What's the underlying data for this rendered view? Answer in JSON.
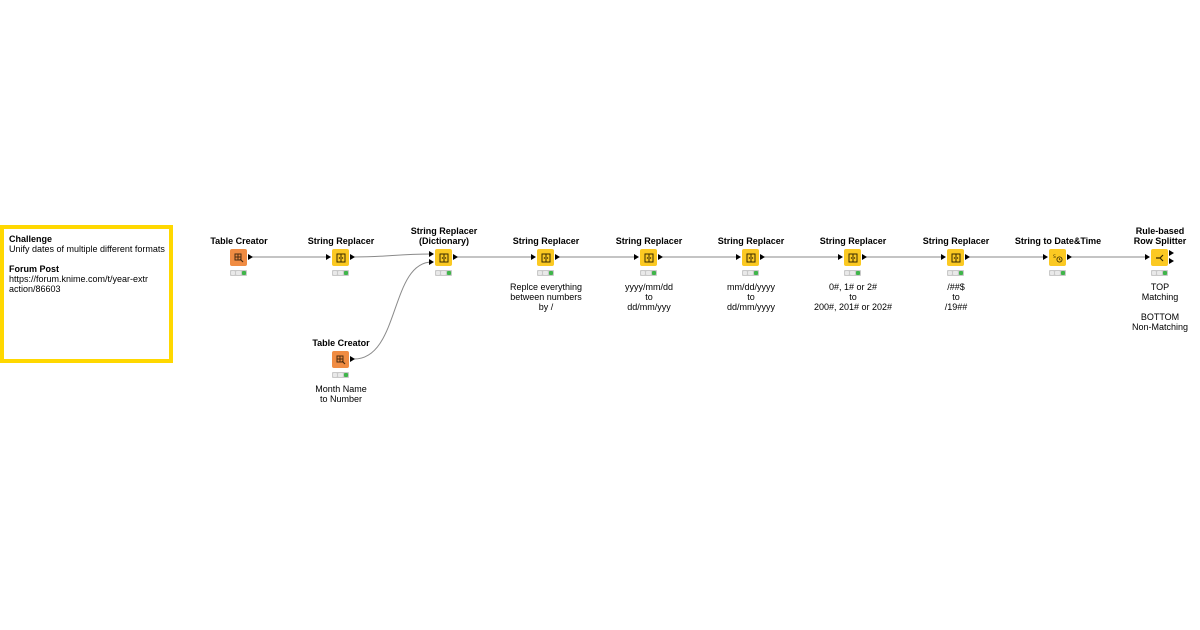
{
  "annotation": {
    "challenge_heading": "Challenge",
    "challenge_text": "Unify dates of multiple different formats",
    "forum_heading": "Forum Post",
    "forum_url": "https://forum.knime.com/t/year-extraction/86603",
    "border_color": "#ffd800"
  },
  "colors": {
    "source_node": "#f08c43",
    "manipulator_node": "#fbc922",
    "status_green": "#3fb54a",
    "connection": "#8a8a8a"
  },
  "nodes": [
    {
      "id": "table-creator-1",
      "title": "Table Creator",
      "icon": "table-creator-icon",
      "kind": "src",
      "desc": ""
    },
    {
      "id": "string-replacer-1",
      "title": "String Replacer",
      "icon": "string-replacer-icon",
      "kind": "mnp",
      "desc": ""
    },
    {
      "id": "string-replacer-dict",
      "title": "String Replacer\n(Dictionary)",
      "icon": "string-replacer-icon",
      "kind": "mnp",
      "desc": ""
    },
    {
      "id": "string-replacer-2",
      "title": "String Replacer",
      "icon": "string-replacer-icon",
      "kind": "mnp",
      "desc": "Replce everything\nbetween numbers\nby /"
    },
    {
      "id": "string-replacer-3",
      "title": "String Replacer",
      "icon": "string-replacer-icon",
      "kind": "mnp",
      "desc": "yyyy/mm/dd\nto\ndd/mm/yyy"
    },
    {
      "id": "string-replacer-4",
      "title": "String Replacer",
      "icon": "string-replacer-icon",
      "kind": "mnp",
      "desc": "mm/dd/yyyy\nto\ndd/mm/yyyy"
    },
    {
      "id": "string-replacer-5",
      "title": "String Replacer",
      "icon": "string-replacer-icon",
      "kind": "mnp",
      "desc": "0#, 1# or 2#\nto\n200#, 201# or 202#"
    },
    {
      "id": "string-replacer-6",
      "title": "String Replacer",
      "icon": "string-replacer-icon",
      "kind": "mnp",
      "desc": "/##$\nto\n/19##"
    },
    {
      "id": "string-to-datetime",
      "title": "String to Date&Time",
      "icon": "string-to-datetime-icon",
      "kind": "mnp",
      "desc": ""
    },
    {
      "id": "rule-based-row-splitter",
      "title": "Rule-based\nRow Splitter",
      "icon": "row-splitter-icon",
      "kind": "mnp",
      "desc": "TOP\nMatching\n\nBOTTOM\nNon-Matching"
    },
    {
      "id": "table-creator-2",
      "title": "Table Creator",
      "icon": "table-creator-icon",
      "kind": "src",
      "desc": "Month Name\nto Number"
    }
  ]
}
